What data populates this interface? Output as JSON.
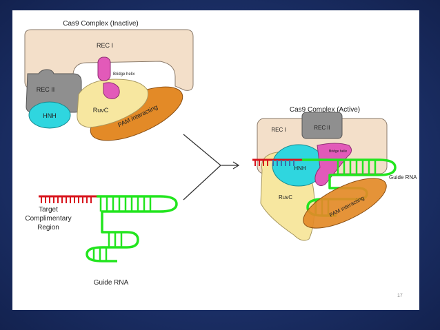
{
  "title_inactive": "Cas9 Complex (Inactive)",
  "title_active": "Cas9 Complex (Active)",
  "inactive": {
    "rec1": "REC I",
    "rec2": "REC II",
    "bridge_helix": "Bridge helix",
    "hnh": "HNH",
    "ruvc": "RuvC",
    "pam": "PAM interacting"
  },
  "active": {
    "rec1": "REC I",
    "rec2": "REC II",
    "bridge_helix": "Bridge helix",
    "hnh": "HNH",
    "ruvc": "RuvC",
    "pam": "PAM interacting"
  },
  "rna": {
    "target_line1": "Target",
    "target_line2": "Complimentary",
    "target_line3": "Region",
    "guide_label": "Guide RNA",
    "guide_label_active": "Guide RNA"
  },
  "page_number": "17",
  "colors": {
    "rec_lobe": "#f3dfc9",
    "rec2": "#8f8f8f",
    "bridge_helix": "#e25ab9",
    "hnh": "#2fd6df",
    "ruvc": "#f7e7a0",
    "pam": "#e38a27",
    "rna_green": "#22e51e",
    "rna_red": "#d8141c"
  }
}
